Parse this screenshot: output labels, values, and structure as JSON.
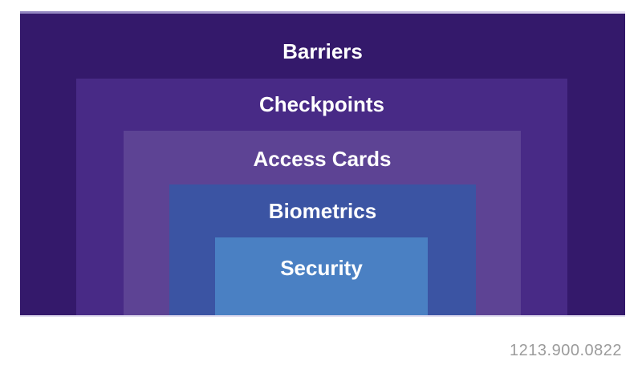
{
  "diagram": {
    "type": "nested-layers",
    "label_text_color": "#ffffff",
    "layers": [
      {
        "label": "Barriers",
        "color": "#34196b"
      },
      {
        "label": "Checkpoints",
        "color": "#482a86"
      },
      {
        "label": "Access Cards",
        "color": "#5d4394"
      },
      {
        "label": "Biometrics",
        "color": "#3b54a3"
      },
      {
        "label": "Security",
        "color": "#4a80c3"
      }
    ]
  },
  "footer": {
    "code": "1213.900.0822",
    "color": "#9b9b9b"
  },
  "background": "#ffffff"
}
